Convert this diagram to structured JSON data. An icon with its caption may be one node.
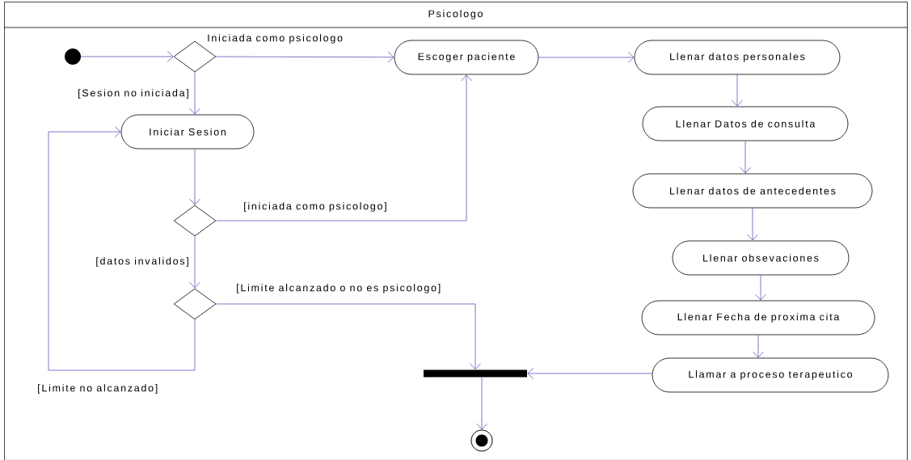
{
  "diagram": {
    "nodes": [
      {
        "text": [
          "Psicologo"
        ]
      },
      {
        "text": [],
        "shape": "circle",
        "in": 0
      },
      {
        "text": [],
        "shape": "diamond",
        "in": 0
      },
      {
        "text": [
          "Escoger paciente"
        ],
        "in": 0
      },
      {
        "text": [
          "Llenar datos personales"
        ],
        "in": 0
      },
      {
        "text": [
          "Iniciar Sesion"
        ],
        "in": 0
      },
      {
        "text": [
          "Llenar Datos de consulta"
        ],
        "in": 0
      },
      {
        "text": [],
        "shape": "diamond",
        "in": 0
      },
      {
        "text": [
          "Llenar datos de antecedentes"
        ],
        "in": 0
      },
      {
        "text": [
          "Llenar obsevaciones"
        ],
        "in": 0
      },
      {
        "text": [],
        "shape": "diamond",
        "in": 0
      },
      {
        "text": [
          "Llenar Fecha de proxima cita"
        ],
        "in": 0
      },
      {
        "text": [],
        "shape": "bar",
        "in": 0
      },
      {
        "text": [
          "Llamar a proceso terapeutico"
        ],
        "in": 0
      },
      {
        "text": [],
        "shape": "circle",
        "in": 0
      }
    ],
    "edges": [
      {
        "from": 1,
        "to": 2,
        "arrow": "to"
      },
      {
        "from": 2,
        "to": 3,
        "arrow": "to",
        "label": "Iniciada como psicologo"
      },
      {
        "from": 2,
        "to": 5,
        "arrow": "to",
        "label": "[Sesion no iniciada]"
      },
      {
        "from": 3,
        "to": 4,
        "arrow": "to"
      },
      {
        "from": 5,
        "to": 7,
        "arrow": "to"
      },
      {
        "from": 7,
        "to": 3,
        "arrow": "to",
        "label": "[iniciada como psicologo]"
      },
      {
        "from": 7,
        "to": 10,
        "arrow": "to",
        "label": "[datos invalidos]"
      },
      {
        "from": 10,
        "to": 12,
        "arrow": "to",
        "label": "[Limite alcanzado o no es psicologo]"
      },
      {
        "from": 10,
        "to": 5,
        "arrow": "to",
        "label": "[Limite no alcanzado]"
      },
      {
        "from": 4,
        "to": 6,
        "arrow": "to"
      },
      {
        "from": 6,
        "to": 8,
        "arrow": "to"
      },
      {
        "from": 8,
        "to": 9,
        "arrow": "to"
      },
      {
        "from": 9,
        "to": 11,
        "arrow": "to"
      },
      {
        "from": 11,
        "to": 13,
        "arrow": "to"
      },
      {
        "from": 13,
        "to": 12,
        "arrow": "to"
      },
      {
        "from": 12,
        "to": 14,
        "arrow": "to"
      }
    ]
  }
}
